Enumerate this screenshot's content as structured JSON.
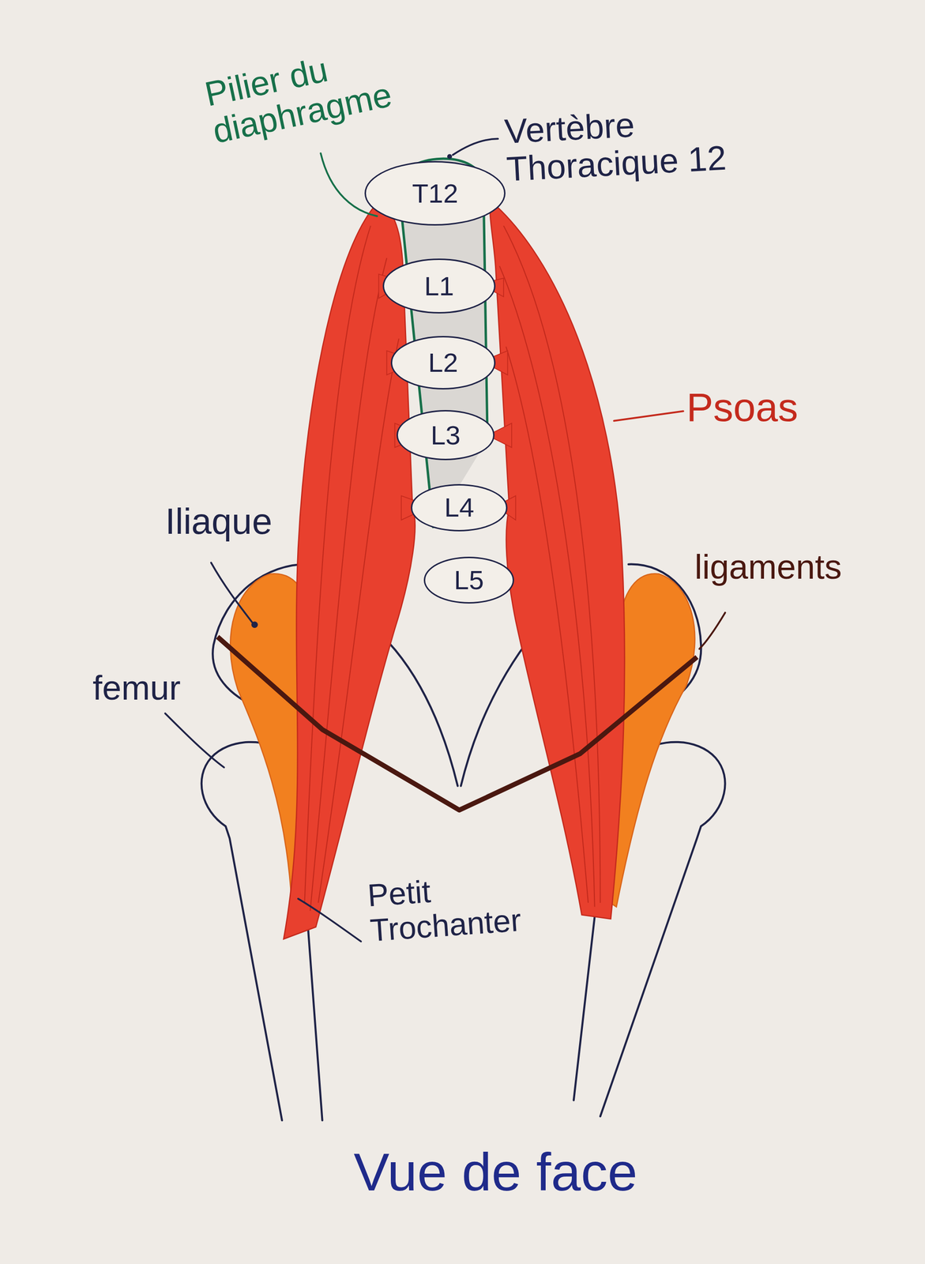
{
  "diagram": {
    "caption": "Vue de face",
    "nodes": [
      {
        "text": [
          "T12"
        ]
      },
      {
        "text": [
          "L1"
        ]
      },
      {
        "text": [
          "L2"
        ]
      },
      {
        "text": [
          "L3"
        ]
      },
      {
        "text": [
          "L4"
        ]
      },
      {
        "text": [
          "L5"
        ]
      }
    ],
    "labels": [
      "Pilier du diaphragme",
      "Vertèbre Thoracique 12",
      "Psoas",
      "Iliaque",
      "ligaments",
      "femur",
      "Petit Trochanter"
    ]
  }
}
